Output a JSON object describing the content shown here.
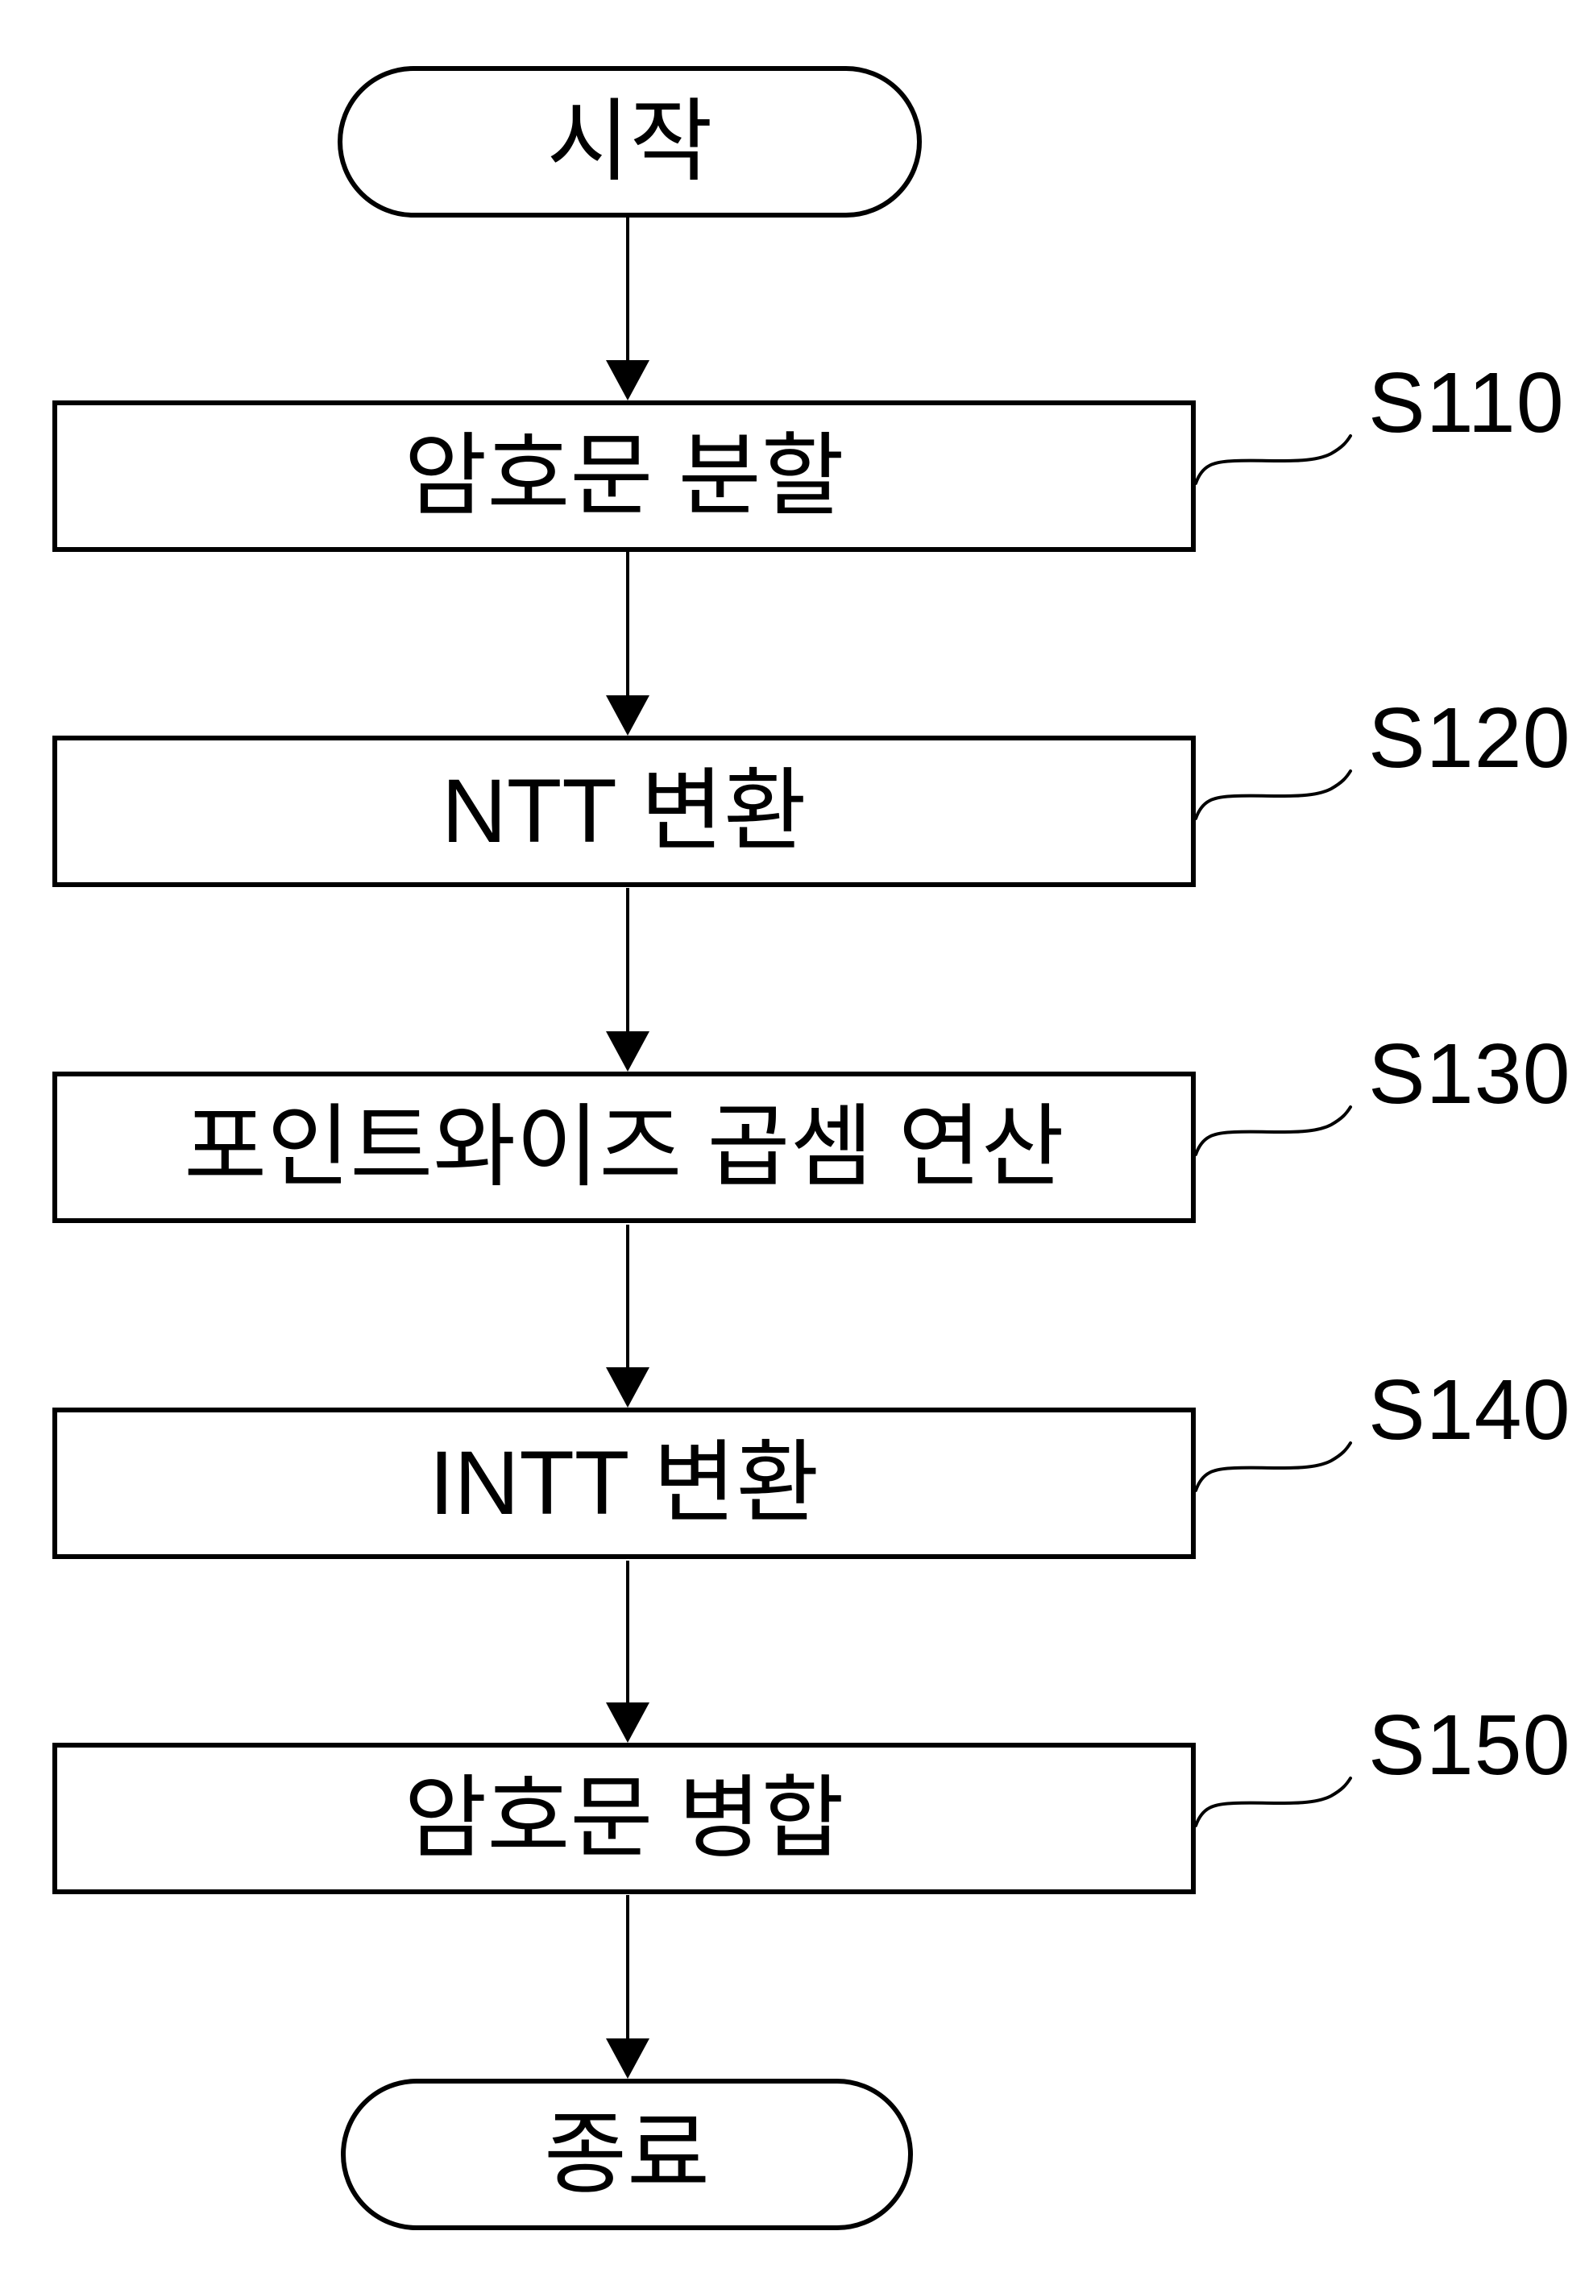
{
  "figure": {
    "background_color": "#ffffff",
    "ink_color": "#000000",
    "type": "flowchart"
  },
  "flowchart": {
    "start": {
      "label": "시작"
    },
    "end": {
      "label": "종료"
    },
    "steps": [
      {
        "id": "S110",
        "label": "암호문 분할"
      },
      {
        "id": "S120",
        "label": "NTT 변환"
      },
      {
        "id": "S130",
        "label": "포인트와이즈 곱셈 연산"
      },
      {
        "id": "S140",
        "label": "INTT 변환"
      },
      {
        "id": "S150",
        "label": "암호문 병합"
      }
    ]
  }
}
